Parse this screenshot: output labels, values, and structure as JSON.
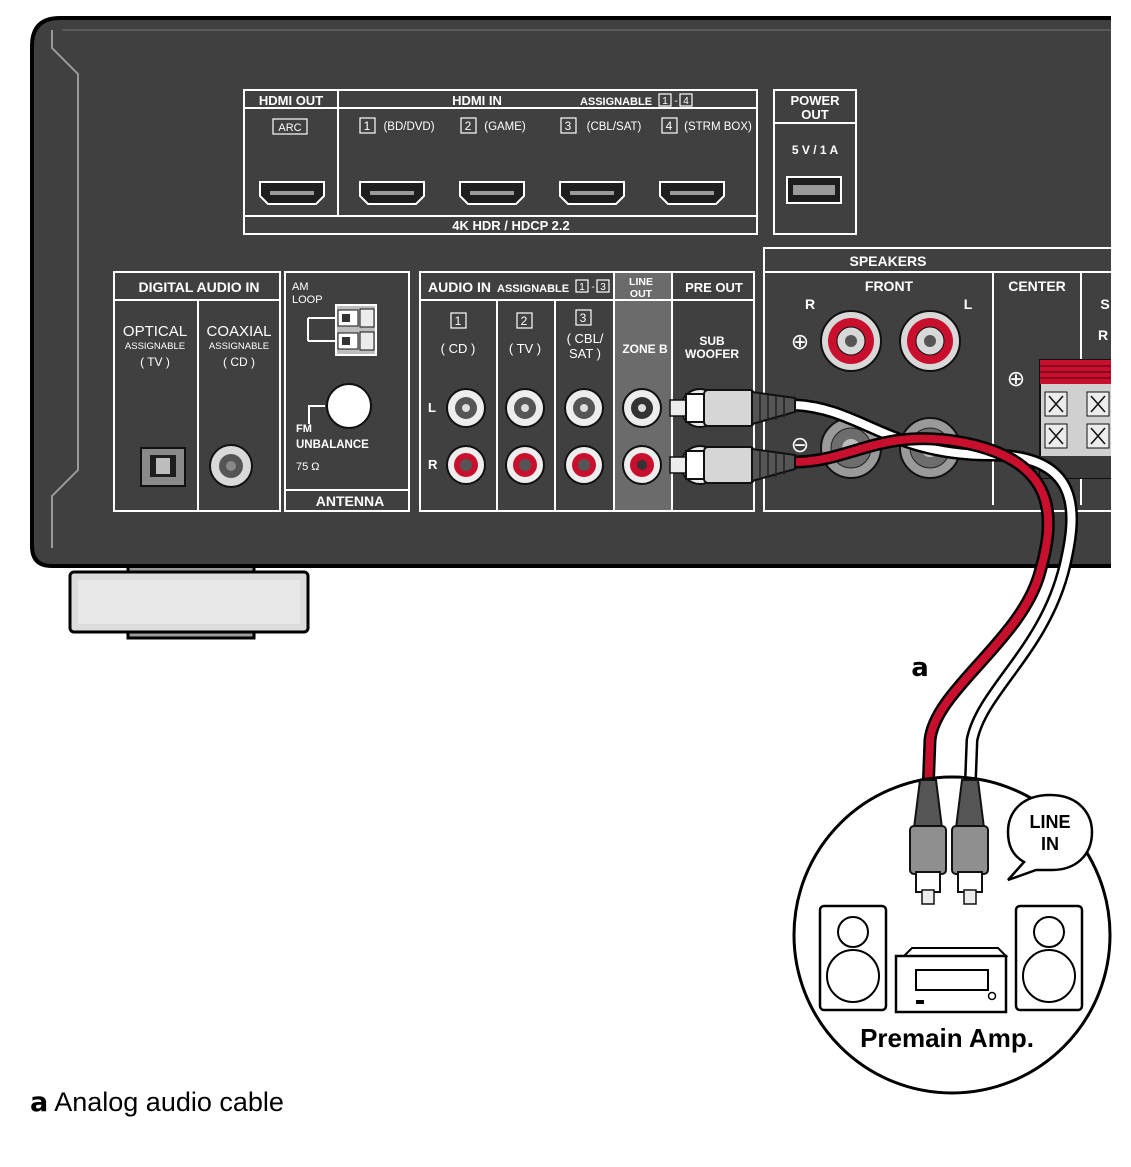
{
  "panel": {
    "hdmi_out": "HDMI OUT",
    "arc": "ARC",
    "hdmi_in": "HDMI IN",
    "assignable_14": "ASSIGNABLE",
    "range_14_a": "1",
    "range_14_b": "4",
    "hdmi_in_1_num": "1",
    "hdmi_in_1": "(BD/DVD)",
    "hdmi_in_2_num": "2",
    "hdmi_in_2": "(GAME)",
    "hdmi_in_3_num": "3",
    "hdmi_in_3": "(CBL/SAT)",
    "hdmi_in_4_num": "4",
    "hdmi_in_4": "(STRM BOX)",
    "hdr": "4K HDR / HDCP 2.2",
    "power_out_1": "POWER",
    "power_out_2": "OUT",
    "power_spec": "5 V / 1 A",
    "digital_audio_in": "DIGITAL AUDIO IN",
    "optical": "OPTICAL",
    "optical_assign": "ASSIGNABLE",
    "optical_sub": "( TV )",
    "coaxial": "COAXIAL",
    "coaxial_assign": "ASSIGNABLE",
    "coaxial_sub": "( CD )",
    "am_1": "AM",
    "am_2": "LOOP",
    "fm": "FM",
    "unbalance": "UNBALANCE",
    "ohm": "75 Ω",
    "antenna": "ANTENNA",
    "audio_in": "AUDIO IN",
    "assignable_13": "ASSIGNABLE",
    "range_13_a": "1",
    "range_13_b": "3",
    "ain_1_num": "1",
    "ain_1": "( CD )",
    "ain_2_num": "2",
    "ain_2": "( TV )",
    "ain_3_num": "3",
    "ain_3a": "( CBL/",
    "ain_3b": "SAT )",
    "line_out_1": "LINE",
    "line_out_2": "OUT",
    "zone_b": "ZONE B",
    "pre_out": "PRE OUT",
    "sub_1": "SUB",
    "sub_2": "WOOFER",
    "l": "L",
    "r": "R",
    "speakers": "SPEAKERS",
    "front": "FRONT",
    "front_r": "R",
    "front_l": "L",
    "center": "CENTER",
    "surround_s": "S",
    "surround_r": "R",
    "plus": "⊕",
    "minus": "⊖"
  },
  "diagram": {
    "cable_label": "a",
    "bubble_1": "LINE",
    "bubble_2": "IN",
    "device": "Premain Amp."
  },
  "caption": {
    "key": "a",
    "text": "Analog audio cable"
  }
}
